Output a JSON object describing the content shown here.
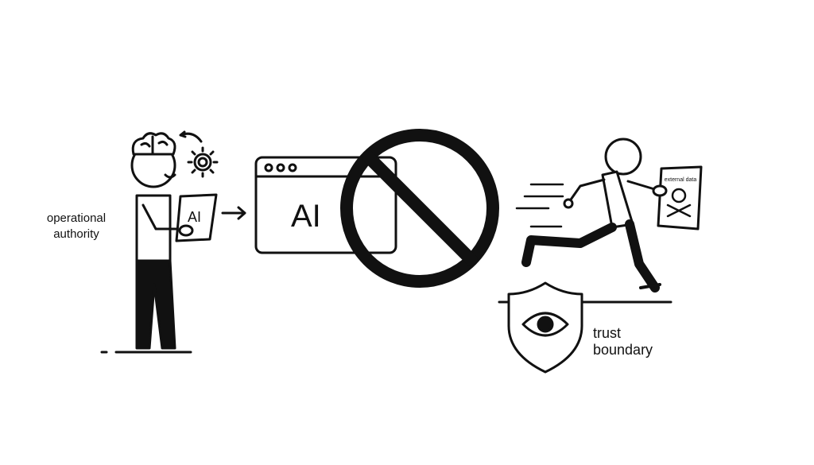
{
  "labels": {
    "operational_line1": "operational",
    "operational_line2": "authority",
    "tablet_text": "AI",
    "window_text": "AI",
    "document_text": "external data",
    "trust_line1": "trust",
    "trust_line2": "boundary"
  },
  "colors": {
    "ink": "#111111",
    "background": "#ffffff"
  }
}
